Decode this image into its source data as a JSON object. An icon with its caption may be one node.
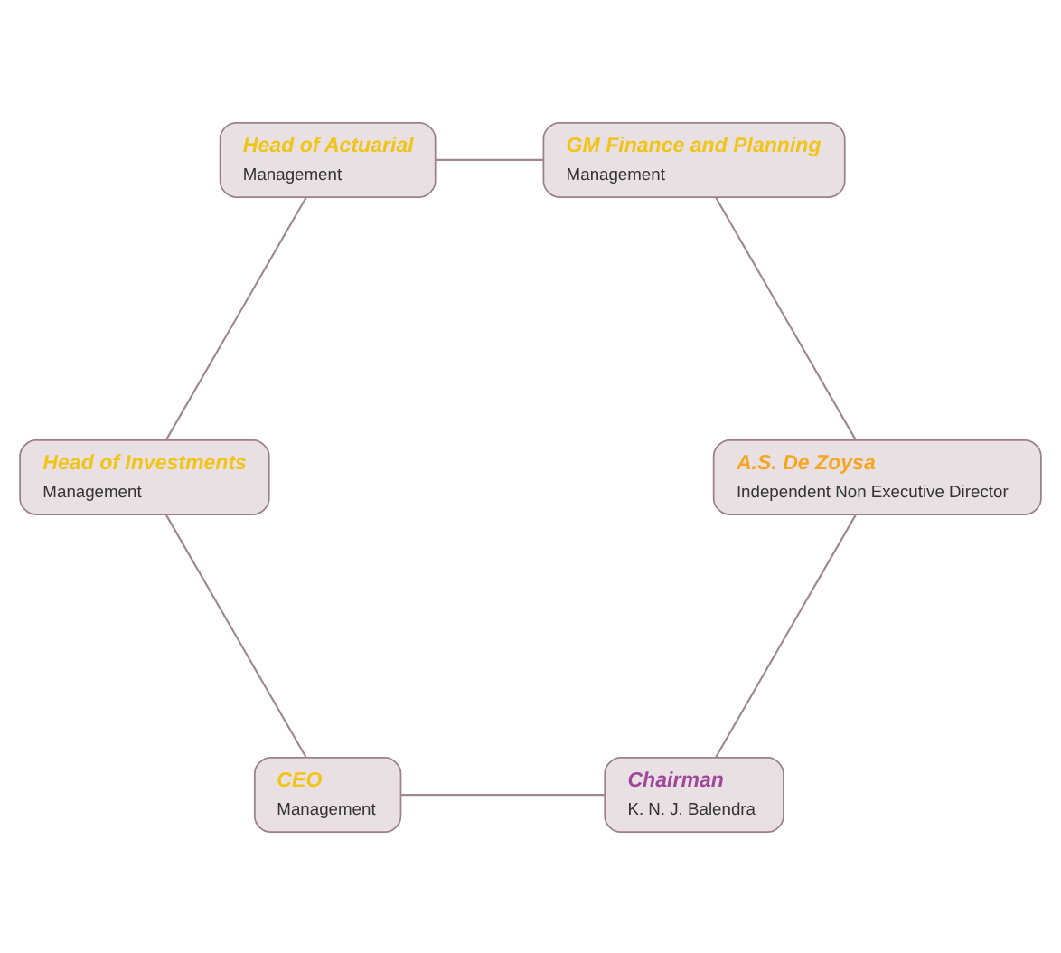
{
  "diagram": {
    "nodes": [
      {
        "text": [
          "Chairman",
          "K. N. J. Balendra"
        ]
      },
      {
        "text": [
          "A.S. De Zoysa",
          "Independent Non Executive Director"
        ]
      },
      {
        "text": [
          "CEO",
          "Management"
        ]
      },
      {
        "text": [
          "GM Finance and Planning",
          "Management"
        ]
      },
      {
        "text": [
          "Head of Investments",
          "Management"
        ]
      },
      {
        "text": [
          "Head of Actuarial",
          "Management"
        ]
      }
    ],
    "edges": [
      {
        "from": 0,
        "to": 2,
        "arrow": "none"
      },
      {
        "from": 2,
        "to": 4,
        "arrow": "none"
      },
      {
        "from": 4,
        "to": 5,
        "arrow": "none"
      },
      {
        "from": 5,
        "to": 3,
        "arrow": "none"
      },
      {
        "from": 3,
        "to": 1,
        "arrow": "none"
      },
      {
        "from": 1,
        "to": 0,
        "arrow": "none"
      }
    ]
  }
}
